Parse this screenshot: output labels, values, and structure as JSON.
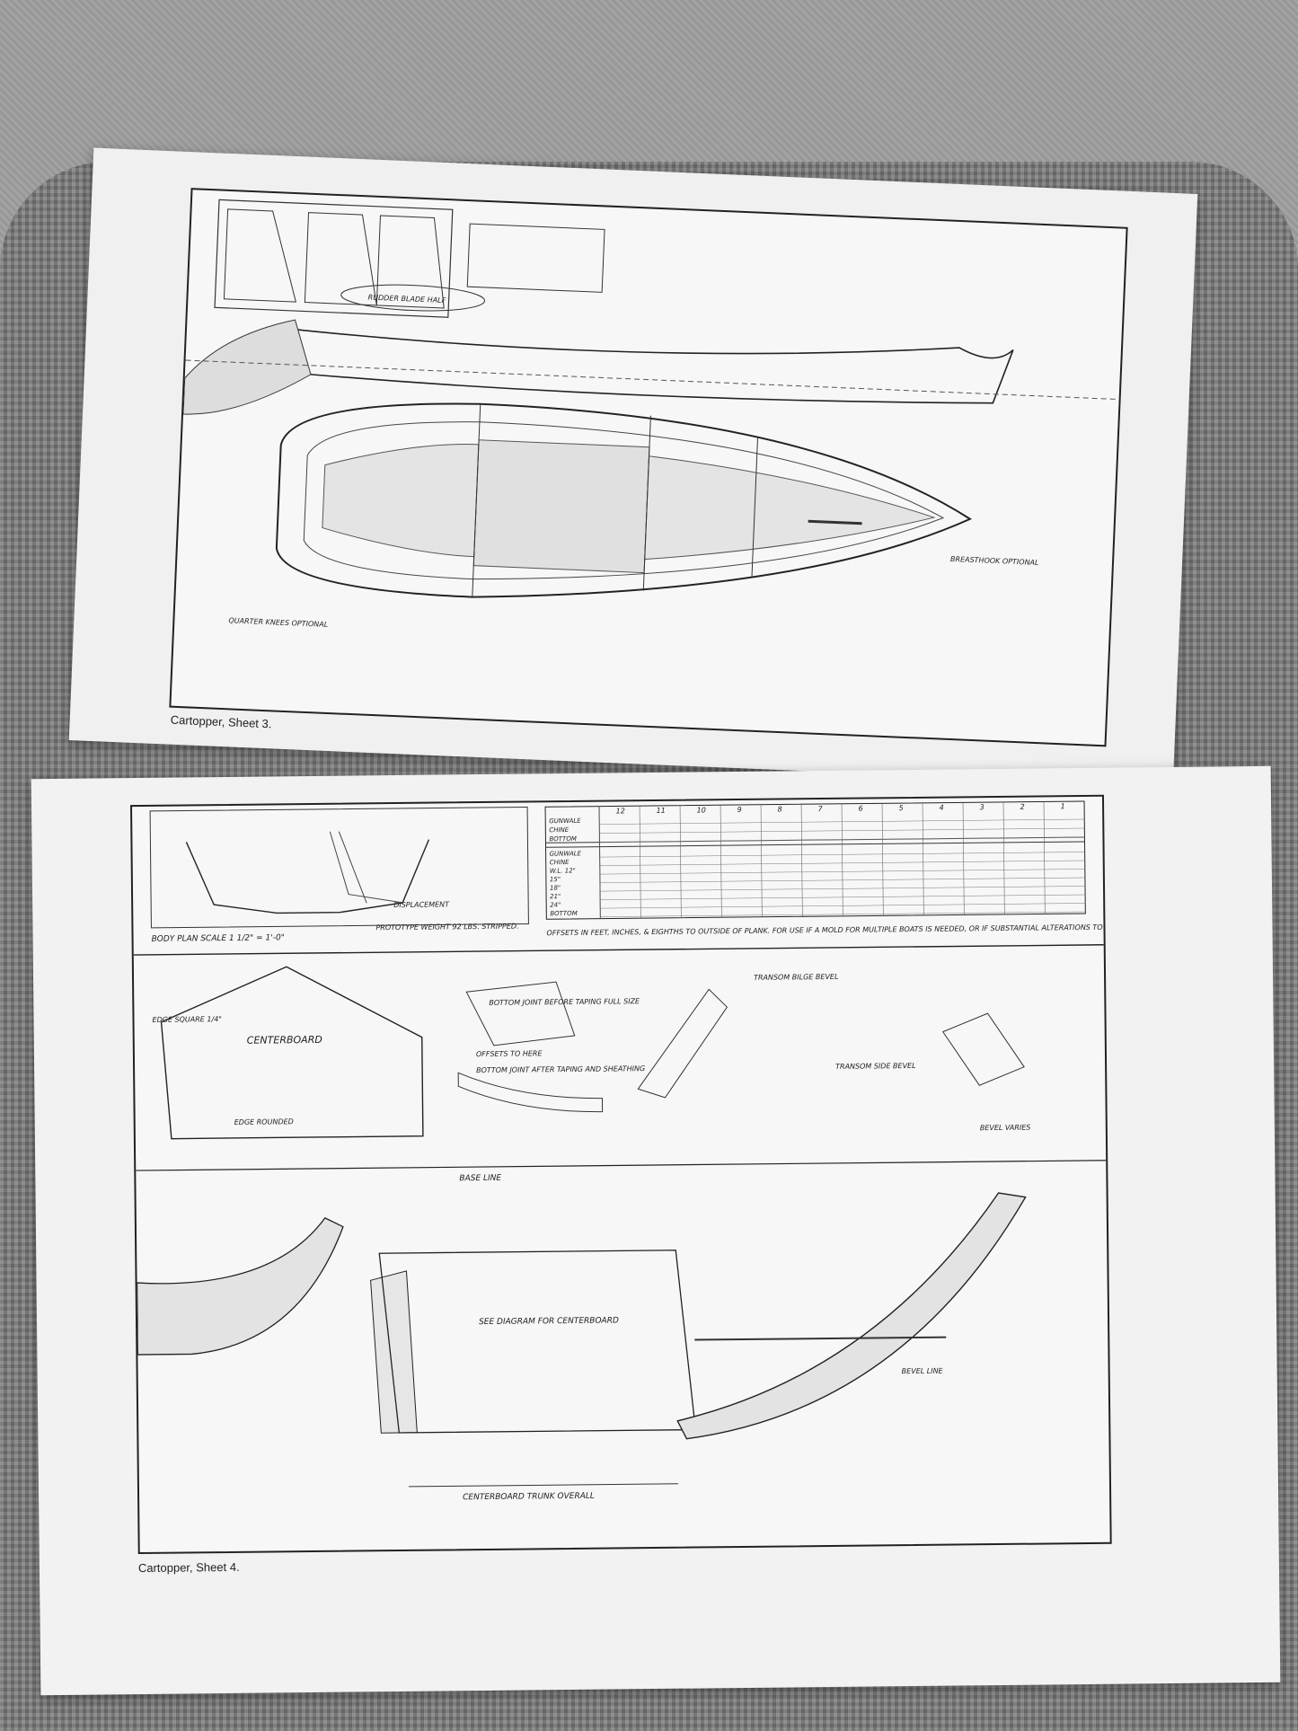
{
  "sheets": {
    "top": {
      "caption": "Cartopper, Sheet 3.",
      "labels": {
        "breasthook": "BREASTHOOK OPTIONAL",
        "quarter_knees": "QUARTER KNEES OPTIONAL",
        "rudder_blade": "RUDDER BLADE HALF"
      }
    },
    "bottom": {
      "caption": "Cartopper, Sheet 4.",
      "labels": {
        "base_line": "BASE LINE",
        "body_plan": "BODY PLAN SCALE 1 1/2\" = 1'-0\"",
        "displacement": "DISPLACEMENT",
        "prototype_weight": "PROTOTYPE WEIGHT 92 LBS. STRIPPED.",
        "centerboard": "CENTERBOARD",
        "edge_square": "EDGE SQUARE 1/4\"",
        "edge_rounded": "EDGE ROUNDED",
        "bottom_joint_before": "BOTTOM JOINT BEFORE TAPING FULL SIZE",
        "bottom_joint_after": "BOTTOM JOINT AFTER TAPING AND SHEATHING",
        "offsets_to_here": "OFFSETS TO HERE",
        "transom_bilge_bevel": "TRANSOM BILGE BEVEL",
        "transom_side_bevel": "TRANSOM SIDE BEVEL",
        "bevel_varies": "BEVEL VARIES",
        "see_diagram": "SEE DIAGRAM FOR CENTERBOARD",
        "centerboard_trunk": "CENTERBOARD TRUNK OVERALL",
        "bevel_line": "BEVEL LINE",
        "offsets_note": "OFFSETS IN FEET, INCHES, & EIGHTHS TO OUTSIDE OF PLANK. FOR USE IF A MOLD FOR MULTIPLE BOATS IS NEEDED, OR IF SUBSTANTIAL ALTERATIONS TO THE DETAILED DESIGN ARE INTENDED."
      },
      "offsets_table": {
        "columns": [
          "12",
          "11",
          "10",
          "9",
          "8",
          "7",
          "6",
          "5",
          "4",
          "3",
          "2",
          "1"
        ],
        "heights_rows": [
          "GUNWALE",
          "CHINE",
          "BOTTOM"
        ],
        "breadths_rows": [
          "GUNWALE",
          "CHINE",
          "W.L. 12\"",
          "15\"",
          "18\"",
          "21\"",
          "24\"",
          "BOTTOM"
        ]
      }
    }
  }
}
